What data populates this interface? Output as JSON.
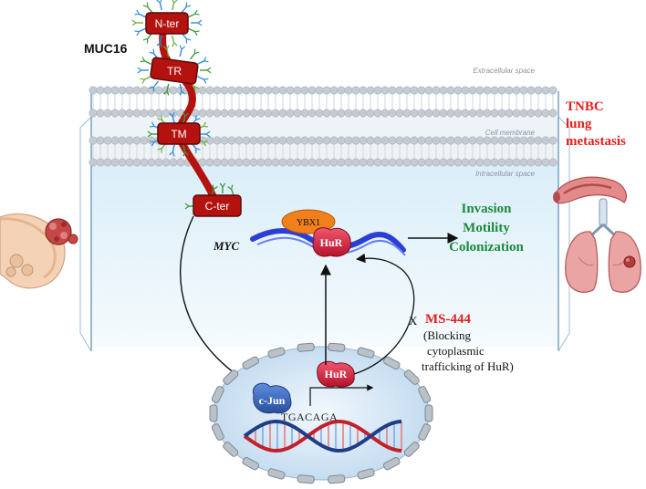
{
  "colors": {
    "domain_red": "#b4120f",
    "label_red": "#e41e1e",
    "label_green": "#1e8a3c",
    "membrane_grey": "#c8cdd3",
    "cell_fill": "#e8f4fb",
    "hur_red": "#d81e3c",
    "cjun_blue": "#3f6fc9",
    "ybx1_orange": "#f07f1c"
  },
  "protein": {
    "name": "MUC16",
    "domains": [
      "N-ter",
      "TR",
      "TM",
      "C-ter"
    ]
  },
  "compartments": {
    "extracellular": "Extracellular space",
    "membrane": "Cell membrane",
    "intracellular": "Intracellular space"
  },
  "complex": {
    "ybx1": "YBX1",
    "gene": "MYC",
    "hur": "HuR"
  },
  "nucleus": {
    "cjun": "c-Jun",
    "motif": "TGACAGA",
    "hur": "HuR"
  },
  "outcomes": [
    "Invasion",
    "Motility",
    "Colonization"
  ],
  "inhibitor": {
    "block_mark": "X",
    "name": "MS-444",
    "note_lines": [
      "(Blocking",
      "cytoplasmic",
      "trafficking of HuR)"
    ]
  },
  "metastasis": {
    "lines": [
      "TNBC",
      "lung",
      "metastasis"
    ]
  },
  "icons": {
    "breast_tumor": "breast-tumor-icon",
    "vessel": "blood-vessel-icon",
    "lungs": "lungs-icon"
  }
}
